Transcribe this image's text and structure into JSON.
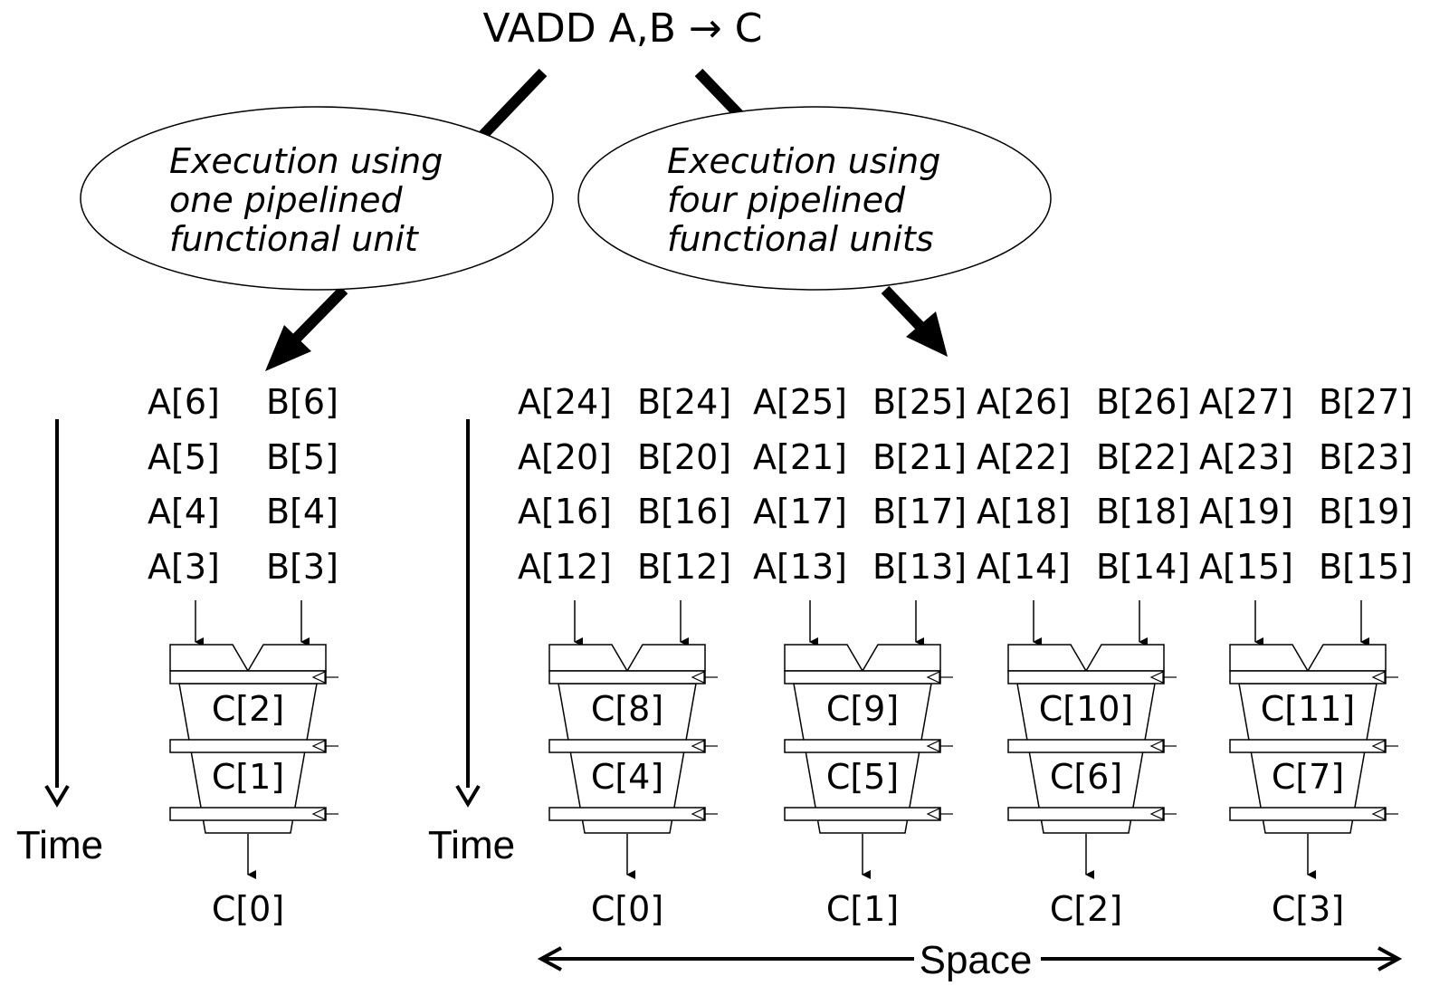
{
  "title": "VADD A,B → C",
  "left": {
    "ellipse_lines": [
      "Execution using",
      "one pipelined",
      "functional unit"
    ],
    "inputs": [
      {
        "a": "A[6]",
        "b": "B[6]"
      },
      {
        "a": "A[5]",
        "b": "B[5]"
      },
      {
        "a": "A[4]",
        "b": "B[4]"
      },
      {
        "a": "A[3]",
        "b": "B[3]"
      }
    ],
    "stages": [
      "C[2]",
      "C[1]"
    ],
    "output": "C[0]",
    "time_label": "Time"
  },
  "right": {
    "ellipse_lines": [
      "Execution using",
      "four pipelined",
      "functional units"
    ],
    "inputs": [
      [
        "A[24]",
        "B[24]",
        "A[25]",
        "B[25]",
        "A[26]",
        "B[26]",
        "A[27]",
        "B[27]"
      ],
      [
        "A[20]",
        "B[20]",
        "A[21]",
        "B[21]",
        "A[22]",
        "B[22]",
        "A[23]",
        "B[23]"
      ],
      [
        "A[16]",
        "B[16]",
        "A[17]",
        "B[17]",
        "A[18]",
        "B[18]",
        "A[19]",
        "B[19]"
      ],
      [
        "A[12]",
        "B[12]",
        "A[13]",
        "B[13]",
        "A[14]",
        "B[14]",
        "A[15]",
        "B[15]"
      ]
    ],
    "units": [
      {
        "stages": [
          "C[8]",
          "C[4]"
        ],
        "output": "C[0]"
      },
      {
        "stages": [
          "C[9]",
          "C[5]"
        ],
        "output": "C[1]"
      },
      {
        "stages": [
          "C[10]",
          "C[6]"
        ],
        "output": "C[2]"
      },
      {
        "stages": [
          "C[11]",
          "C[7]"
        ],
        "output": "C[3]"
      }
    ],
    "time_label": "Time",
    "space_label": "Space"
  }
}
